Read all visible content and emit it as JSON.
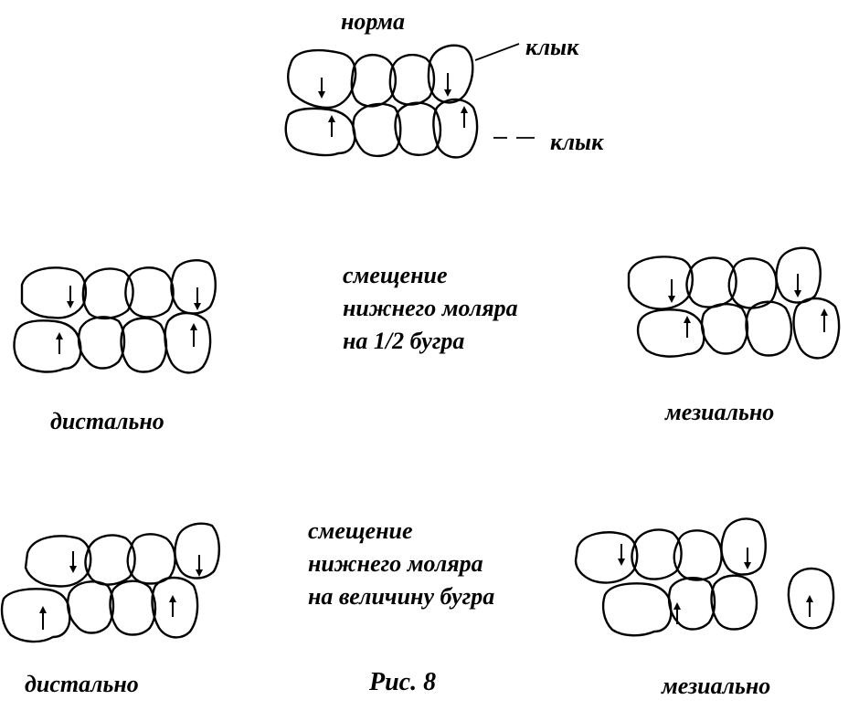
{
  "labels": {
    "norma": "норма",
    "canine_upper": "клык",
    "canine_lower": "клык",
    "distal_1": "дистально",
    "mesial_1": "мезиально",
    "distal_2": "дистально",
    "mesial_2": "мезиально",
    "figure": "Рис. 8"
  },
  "shift_half": [
    "смещение",
    "нижнего моляра",
    "на 1/2 бугра"
  ],
  "shift_full": [
    "смещение",
    "нижнего моляра",
    "на величину бугра"
  ]
}
